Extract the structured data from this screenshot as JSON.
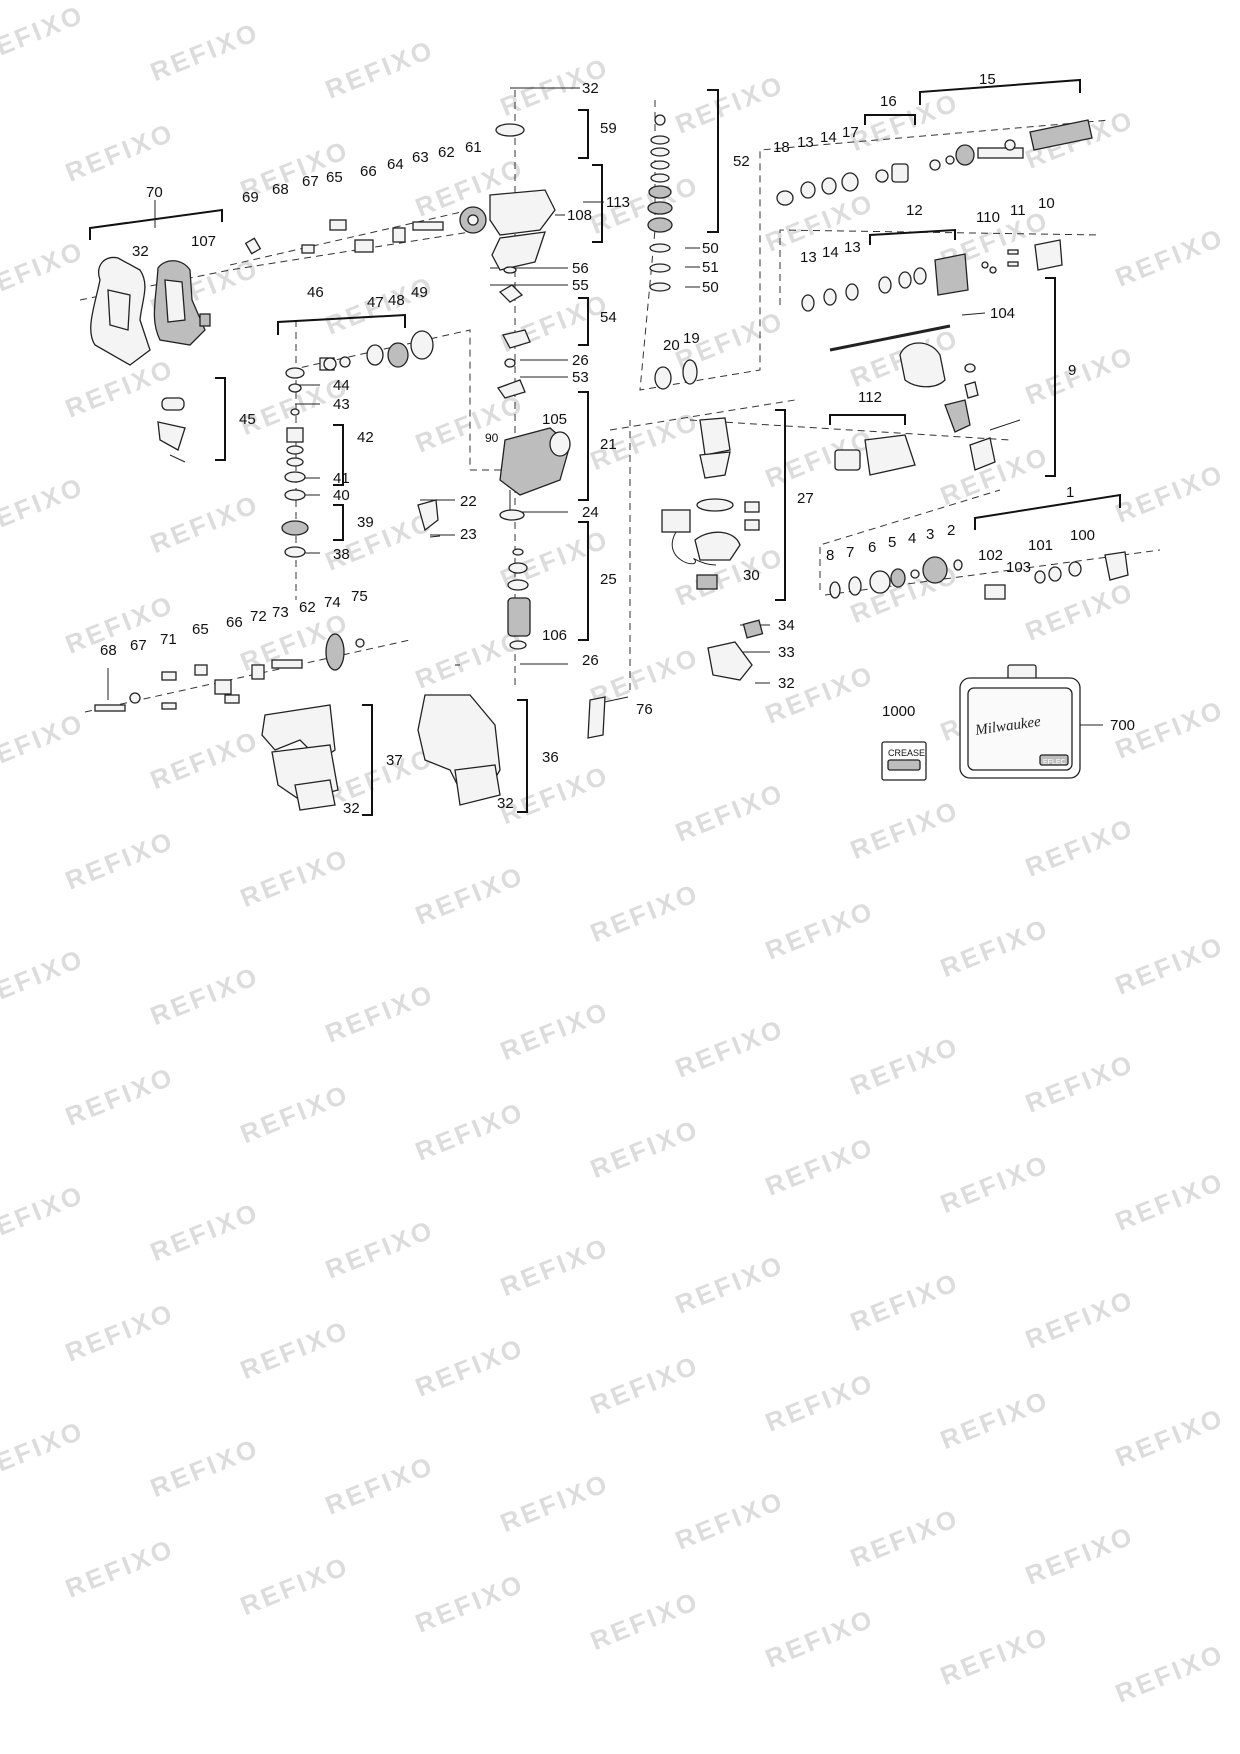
{
  "watermark": {
    "text": "REFIXO",
    "color": "#dcdcdc"
  },
  "labels": {
    "p1": "1",
    "p2": "2",
    "p3": "3",
    "p4": "4",
    "p5": "5",
    "p6": "6",
    "p7": "7",
    "p8": "8",
    "p9": "9",
    "p10": "10",
    "p11": "11",
    "p12": "12",
    "p13a": "13",
    "p13b": "13",
    "p13c": "13",
    "p14a": "14",
    "p14b": "14",
    "p15": "15",
    "p16": "16",
    "p17": "17",
    "p18": "18",
    "p19": "19",
    "p20": "20",
    "p21": "21",
    "p22": "22",
    "p23": "23",
    "p24": "24",
    "p25": "25",
    "p26a": "26",
    "p26b": "26",
    "p27": "27",
    "p30": "30",
    "p32a": "32",
    "p32b": "32",
    "p32c": "32",
    "p32d": "32",
    "p32e": "32",
    "p33": "33",
    "p34": "34",
    "p36": "36",
    "p37": "37",
    "p38": "38",
    "p39": "39",
    "p40": "40",
    "p41": "41",
    "p42": "42",
    "p43": "43",
    "p44": "44",
    "p45": "45",
    "p46": "46",
    "p47": "47",
    "p48": "48",
    "p49": "49",
    "p50a": "50",
    "p50b": "50",
    "p51": "51",
    "p52": "52",
    "p53": "53",
    "p54": "54",
    "p55": "55",
    "p56": "56",
    "p59": "59",
    "p61": "61",
    "p62a": "62",
    "p62b": "62",
    "p63": "63",
    "p64": "64",
    "p65a": "65",
    "p65b": "65",
    "p66a": "66",
    "p66b": "66",
    "p67a": "67",
    "p67b": "67",
    "p68a": "68",
    "p68b": "68",
    "p69": "69",
    "p70": "70",
    "p71": "71",
    "p72": "72",
    "p73": "73",
    "p74": "74",
    "p75": "75",
    "p76": "76",
    "p90": "90",
    "p100": "100",
    "p101": "101",
    "p102": "102",
    "p103": "103",
    "p104": "104",
    "p105": "105",
    "p106": "106",
    "p107": "107",
    "p108": "108",
    "p110": "110",
    "p112": "112",
    "p113": "113",
    "p700": "700",
    "p1000": "1000"
  },
  "case_logo": "Milwaukee",
  "tube_label": "CREASE",
  "case_badge": "EFLEC",
  "icons": {
    "case": "carry-case-icon",
    "grease": "grease-tube-icon"
  }
}
